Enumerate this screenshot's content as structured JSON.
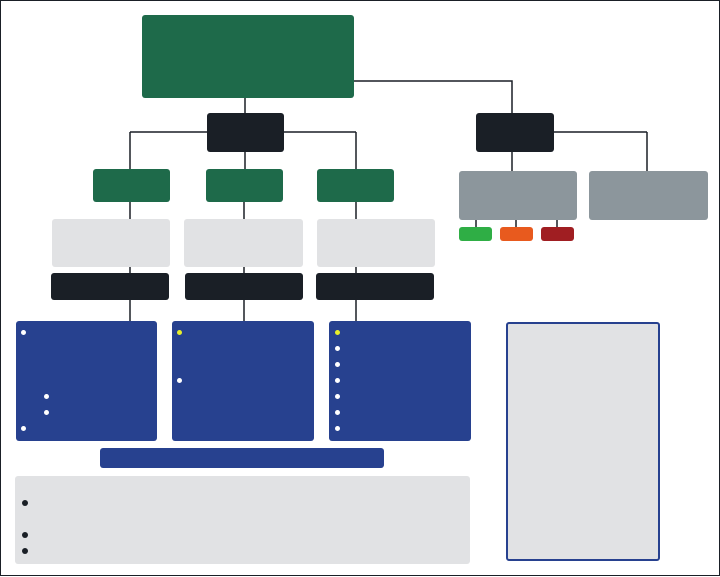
{
  "diagram": {
    "colors": {
      "green": "#1e6a4a",
      "dark": "#1a1f26",
      "gray": "#8c969c",
      "light": "#e1e2e4",
      "blue": "#27418f",
      "status_green": "#2fae45",
      "status_orange": "#e85a1e",
      "status_red": "#a01e22",
      "bullet_yellow": "#e8ef2a"
    },
    "nodes": {
      "root": "",
      "hub_left": "",
      "hub_right": "",
      "branch_1": "",
      "branch_2": "",
      "branch_3": "",
      "info_1": "",
      "info_2": "",
      "info_3": "",
      "bar_1": "",
      "bar_2": "",
      "bar_3": "",
      "right_card_1": "",
      "right_card_2": "",
      "footer_bar": ""
    },
    "status_pills": [
      "green",
      "orange",
      "red"
    ]
  }
}
